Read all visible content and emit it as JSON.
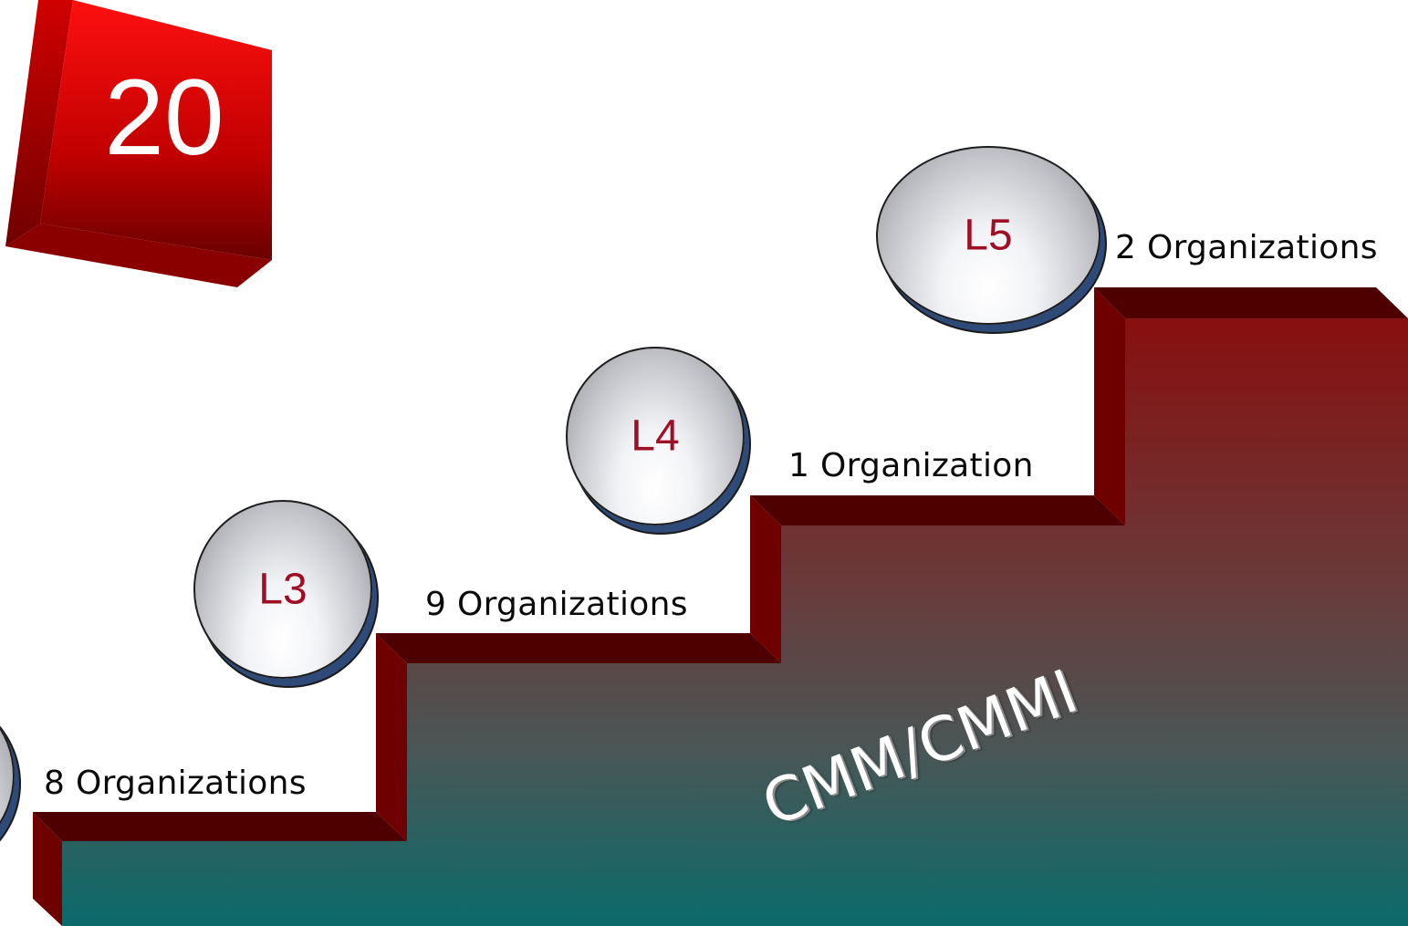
{
  "badge": {
    "number": "20",
    "color": "#e00000"
  },
  "watermark": "CMM/CMMI",
  "steps": [
    {
      "level": "",
      "organizations": "8 Organizations"
    },
    {
      "level": "L3",
      "organizations": "9 Organizations"
    },
    {
      "level": "L4",
      "organizations": "1 Organization"
    },
    {
      "level": "L5",
      "organizations": "2 Organizations"
    }
  ],
  "colors": {
    "step_top": "#4e0000",
    "step_side": "#6e0000",
    "step_face_top": "#8a0c0c",
    "step_face_bottom": "#0b6b6b",
    "level_text": "#9e0e24"
  }
}
